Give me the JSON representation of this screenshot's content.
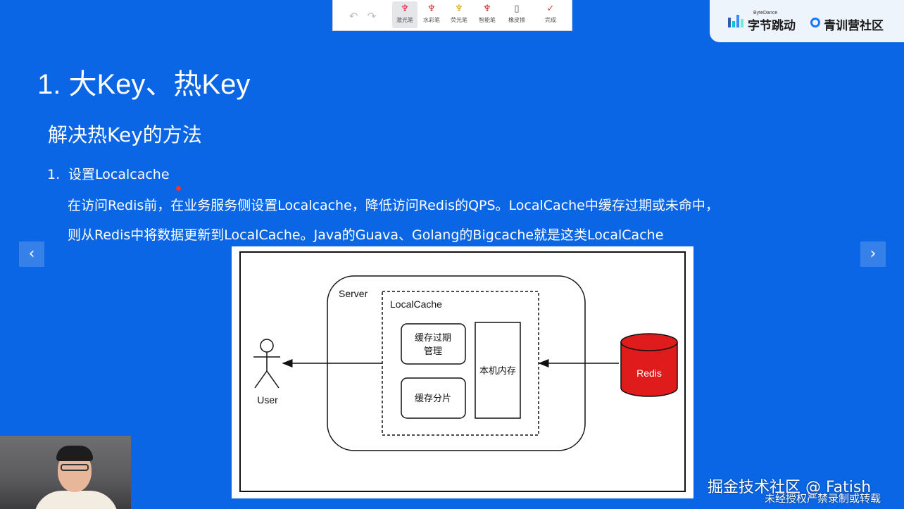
{
  "toolbar": {
    "tools": [
      {
        "label": "激光笔",
        "icon": "laser-pen-icon"
      },
      {
        "label": "水彩笔",
        "icon": "watercolor-pen-icon"
      },
      {
        "label": "荧光笔",
        "icon": "highlighter-icon"
      },
      {
        "label": "智能笔",
        "icon": "smart-pen-icon"
      },
      {
        "label": "橡皮擦",
        "icon": "eraser-icon"
      },
      {
        "label": "完成",
        "icon": "check-icon"
      }
    ]
  },
  "brand": {
    "bytedance_small": "ByteDance",
    "bytedance_name": "字节跳动",
    "community_name": "青训营社区",
    "accent": "#1677ff"
  },
  "slide": {
    "title": "1. 大Key、热Key",
    "subtitle": "解决热Key的方法",
    "item_num": "1.",
    "item_text": "设置Localcache",
    "para_line1": "在访问Redis前，在业务服务侧设置Localcache，降低访问Redis的QPS。LocalCache中缓存过期或未命中，",
    "para_line2": "则从Redis中将数据更新到LocalCache。Java的Guava、Golang的Bigcache就是这类LocalCache",
    "background": "#0a66e4"
  },
  "nav": {
    "prev": "‹",
    "next": "›"
  },
  "diagram": {
    "server_label": "Server",
    "localcache_label": "LocalCache",
    "expire_line1": "缓存过期",
    "expire_line2": "管理",
    "shard_label": "缓存分片",
    "memory_label": "本机内存",
    "redis_label": "Redis",
    "user_label": "User",
    "redis_color": "#e01b1b"
  },
  "overlay": {
    "watermark": "掘金技术社区 @ Fatish",
    "notice": "未经授权严禁录制或转载"
  }
}
